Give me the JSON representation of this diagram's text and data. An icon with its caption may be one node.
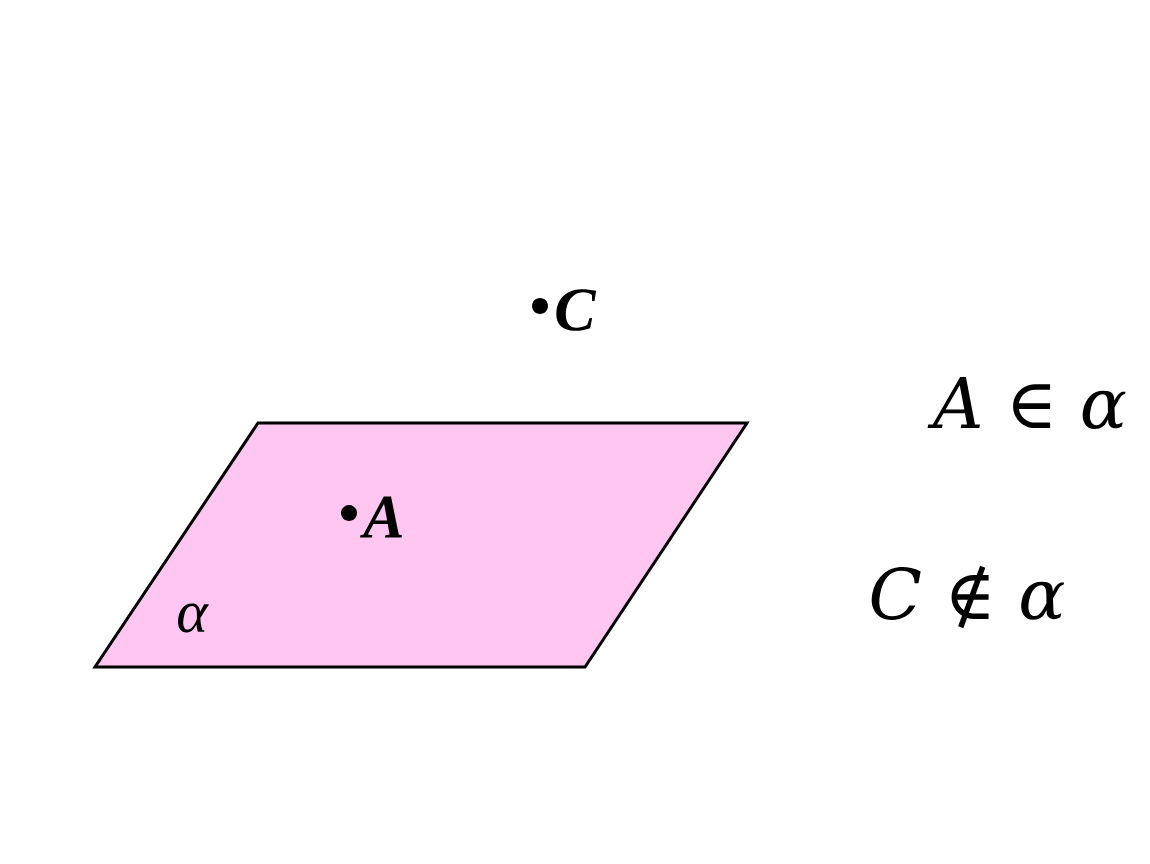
{
  "diagram": {
    "nodes": [
      {
        "text": [
          "α"
        ]
      },
      {
        "text": [
          "A"
        ],
        "in": 0
      },
      {
        "text": [
          "C"
        ]
      }
    ],
    "labels": [
      "A ∈ α",
      "C ∉ α"
    ]
  }
}
